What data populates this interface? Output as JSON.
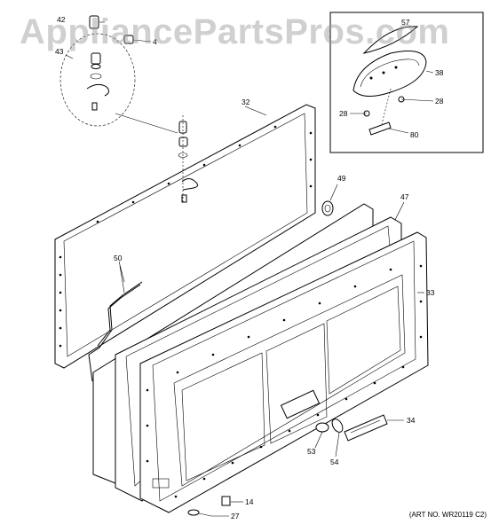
{
  "watermark": "AppliancePartsPros.com",
  "art_number": "(ART NO. WR20119 C2)",
  "callouts": {
    "c42": "42",
    "c4": "4",
    "c43": "43",
    "c32": "32",
    "c49": "49",
    "c47": "47",
    "c50": "50",
    "c33": "33",
    "c34": "34",
    "c53": "53",
    "c54": "54",
    "c14": "14",
    "c27": "27",
    "c57": "57",
    "c38": "38",
    "c28a": "28",
    "c28b": "28",
    "c80": "80"
  }
}
